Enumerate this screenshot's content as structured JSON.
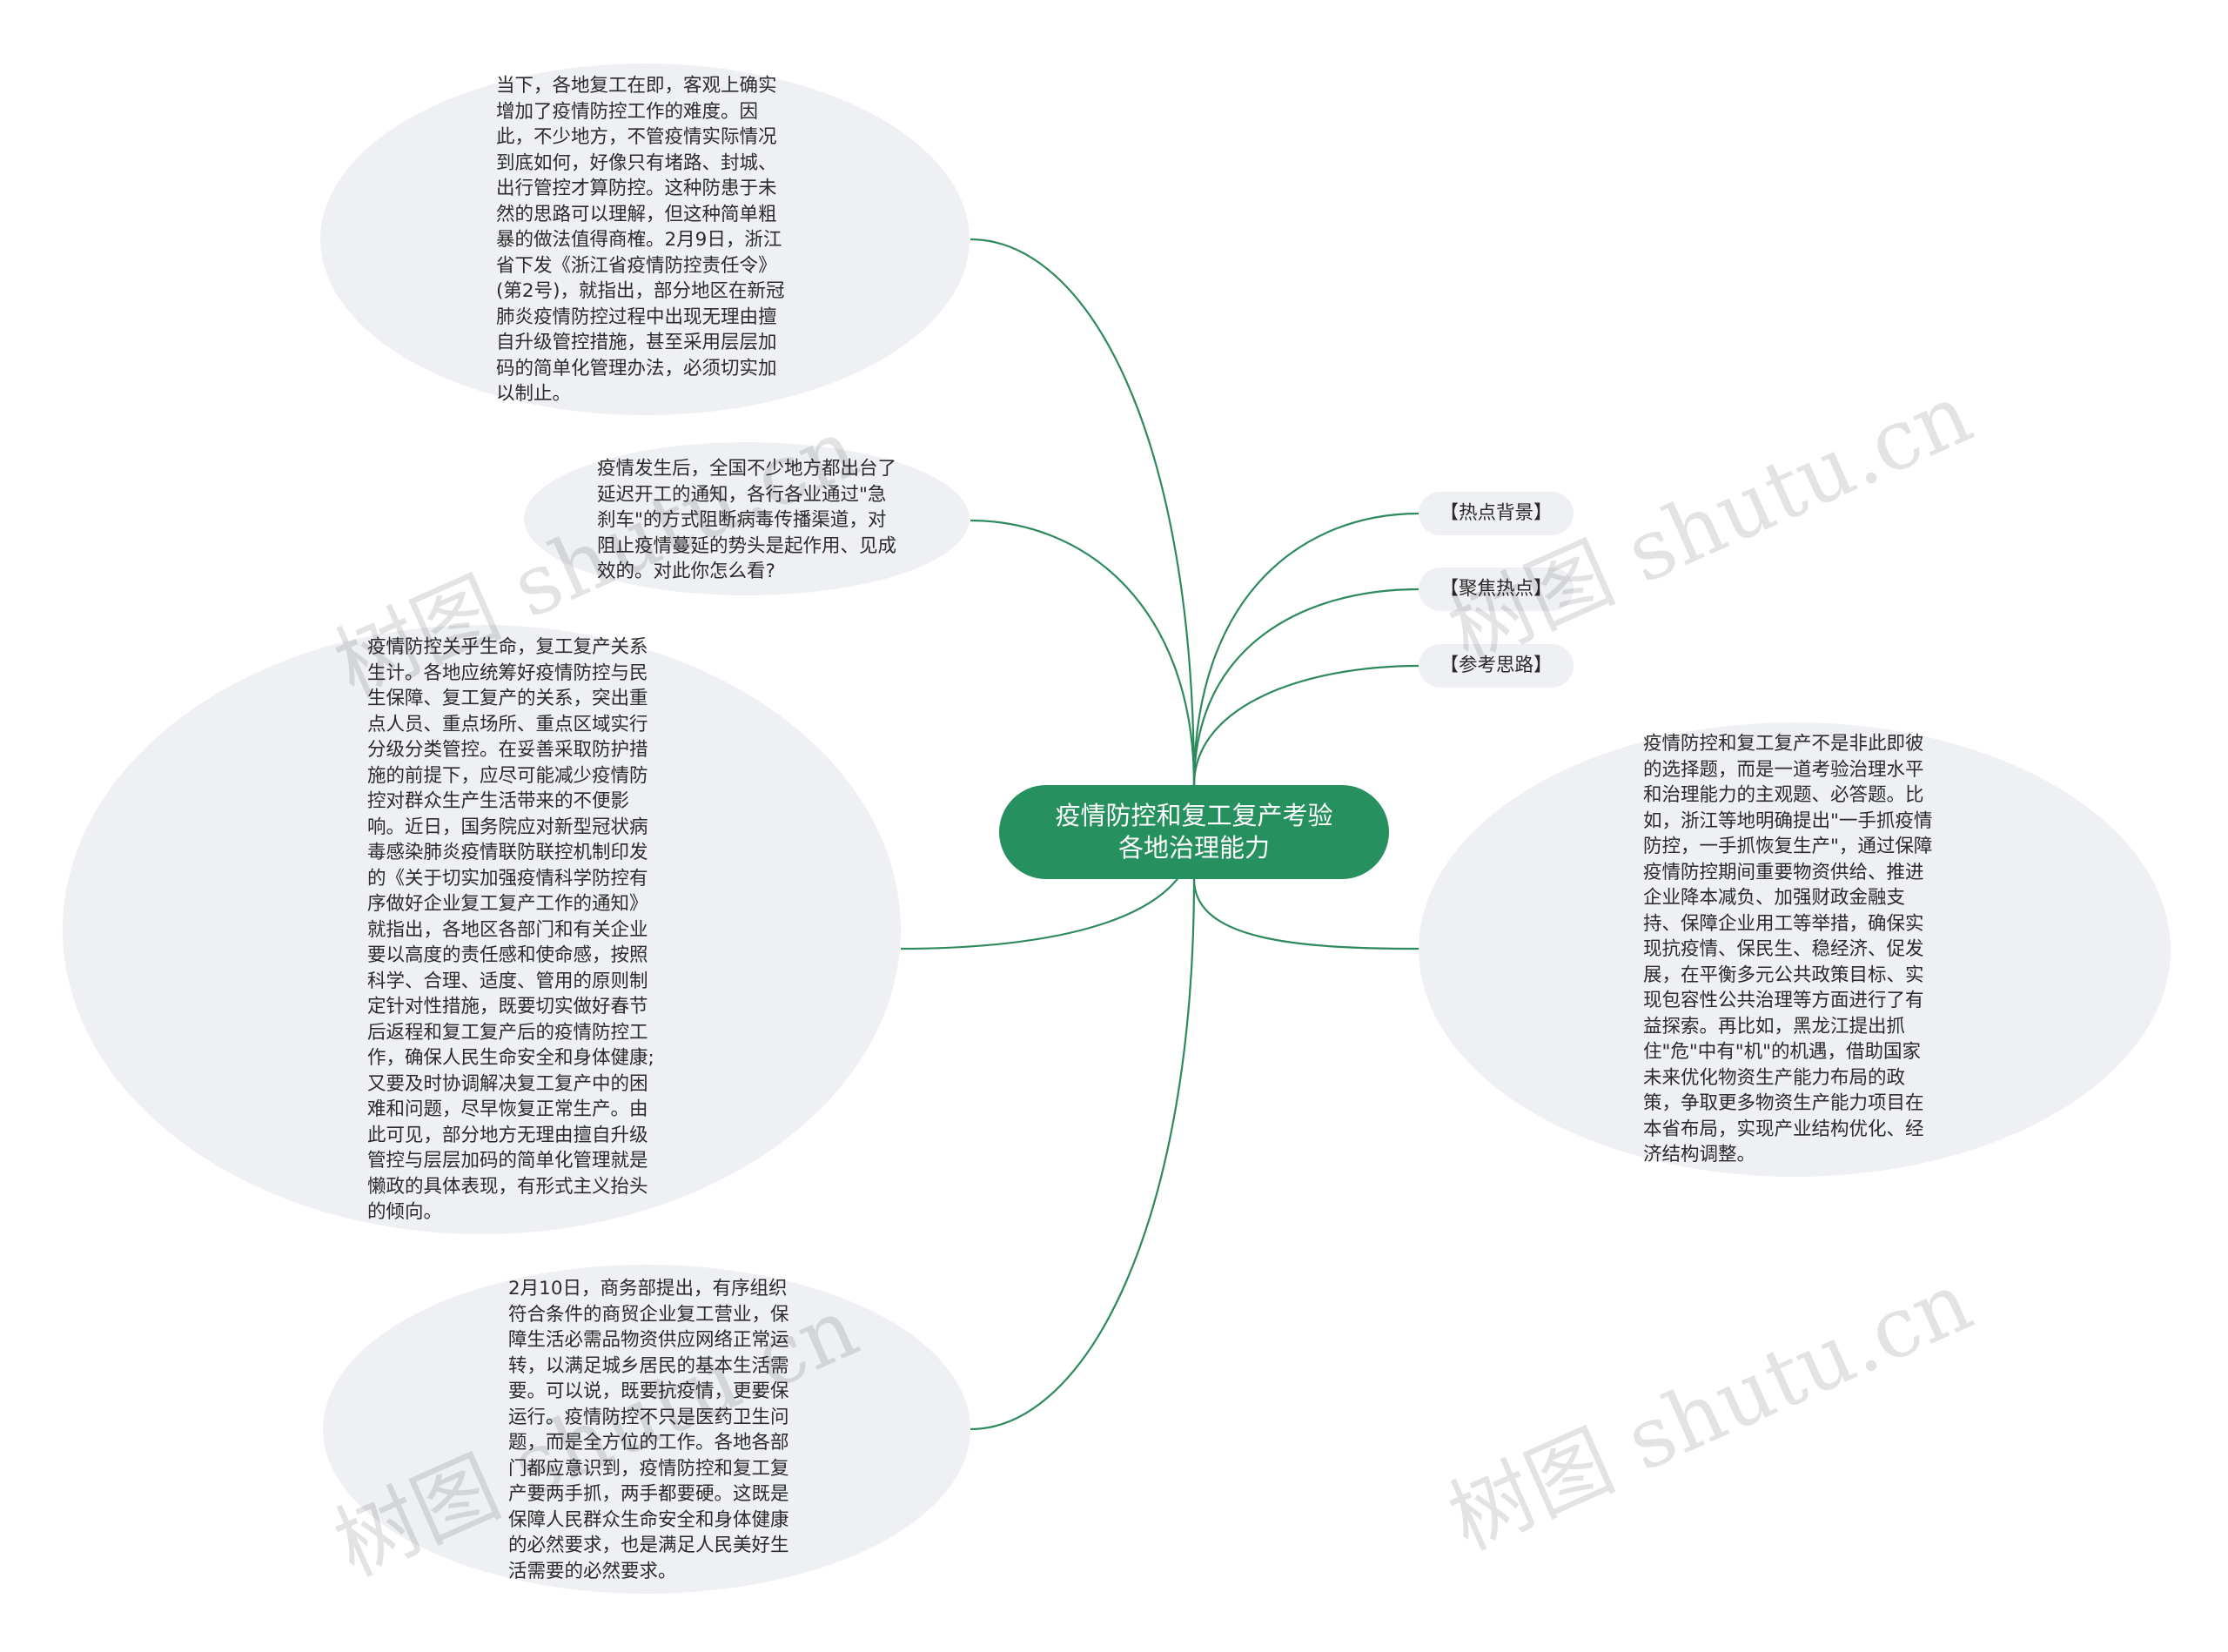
{
  "center": {
    "title": "疫情防控和复工复产考验各地治理能力"
  },
  "tags": [
    {
      "label": "【热点背景】"
    },
    {
      "label": "【聚焦热点】"
    },
    {
      "label": "【参考思路】"
    }
  ],
  "nodes": [
    {
      "text": "当下，各地复工在即，客观上确实增加了疫情防控工作的难度。因此，不少地方，不管疫情实际情况到底如何，好像只有堵路、封城、出行管控才算防控。这种防患于未然的思路可以理解，但这种简单粗暴的做法值得商榷。2月9日，浙江省下发《浙江省疫情防控责任令》(第2号)，就指出，部分地区在新冠肺炎疫情防控过程中出现无理由擅自升级管控措施，甚至采用层层加码的简单化管理办法，必须切实加以制止。"
    },
    {
      "text": "疫情发生后，全国不少地方都出台了延迟开工的通知，各行各业通过\"急刹车\"的方式阻断病毒传播渠道，对阻止疫情蔓延的势头是起作用、见成效的。对此你怎么看?"
    },
    {
      "text": "疫情防控关乎生命，复工复产关系生计。各地应统筹好疫情防控与民生保障、复工复产的关系，突出重点人员、重点场所、重点区域实行分级分类管控。在妥善采取防护措施的前提下，应尽可能减少疫情防控对群众生产生活带来的不便影响。近日，国务院应对新型冠状病毒感染肺炎疫情联防联控机制印发的《关于切实加强疫情科学防控有序做好企业复工复产工作的通知》就指出，各地区各部门和有关企业要以高度的责任感和使命感，按照科学、合理、适度、管用的原则制定针对性措施，既要切实做好春节后返程和复工复产后的疫情防控工作，确保人民生命安全和身体健康;又要及时协调解决复工复产中的困难和问题，尽早恢复正常生产。由此可见，部分地方无理由擅自升级管控与层层加码的简单化管理就是懒政的具体表现，有形式主义抬头的倾向。"
    },
    {
      "text": "2月10日，商务部提出，有序组织符合条件的商贸企业复工营业，保障生活必需品物资供应网络正常运转，以满足城乡居民的基本生活需要。可以说，既要抗疫情，更要保运行。疫情防控不只是医药卫生问题，而是全方位的工作。各地各部门都应意识到，疫情防控和复工复产要两手抓，两手都要硬。这既是保障人民群众生命安全和身体健康的必然要求，也是满足人民美好生活需要的必然要求。"
    },
    {
      "text": "疫情防控和复工复产不是非此即彼的选择题，而是一道考验治理水平和治理能力的主观题、必答题。比如，浙江等地明确提出\"一手抓疫情防控，一手抓恢复生产\"，通过保障疫情防控期间重要物资供给、推进企业降本减负、加强财政金融支持、保障企业用工等举措，确保实现抗疫情、保民生、稳经济、促发展，在平衡多元公共政策目标、实现包容性公共治理等方面进行了有益探索。再比如，黑龙江提出抓住\"危\"中有\"机\"的机遇，借助国家未来优化物资生产能力布局的政策，争取更多物资生产能力项目在本省布局，实现产业结构优化、经济结构调整。"
    }
  ],
  "watermark": "树图 shutu.cn",
  "colors": {
    "accent": "#27905f",
    "edge": "#2e8a5c",
    "node_bg": "#eef0f3"
  }
}
